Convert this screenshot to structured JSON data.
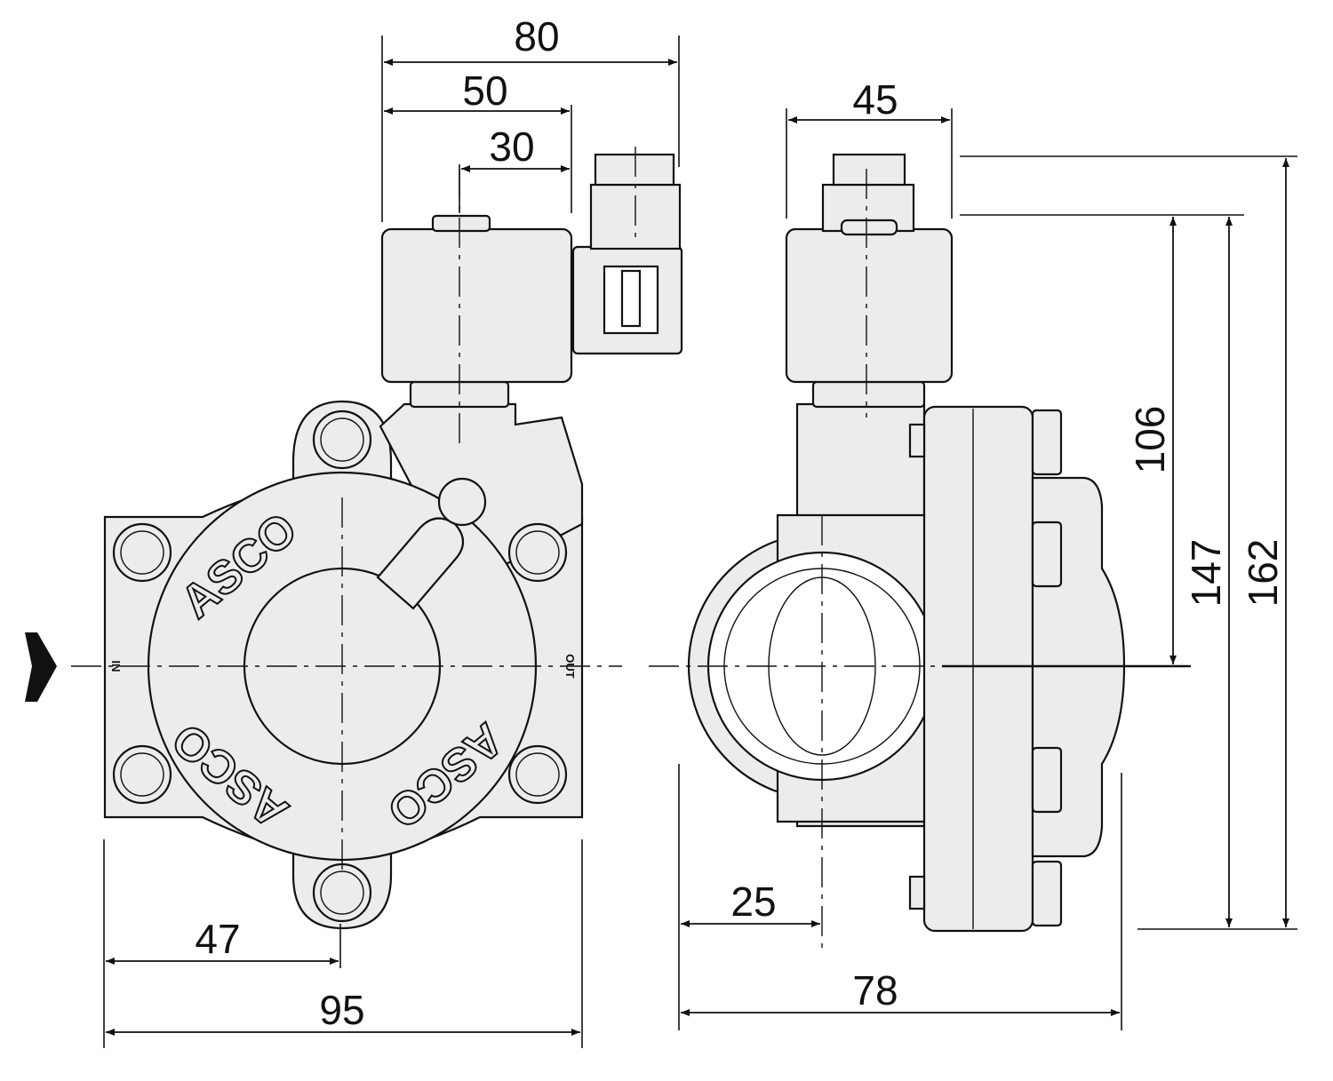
{
  "dimensions": {
    "coil_connector_width": "80",
    "coil_width": "50",
    "coil_offset": "30",
    "side_coil_width": "45",
    "inlet_to_center": "47",
    "body_width": "95",
    "outlet_to_center": "25",
    "body_depth": "78",
    "height_to_coil_top": "106",
    "height_to_cap": "147",
    "overall_height": "162"
  },
  "markings": {
    "brand": "ASCO",
    "inlet_label": "IN",
    "outlet_label": "OUT"
  },
  "colors": {
    "line": "#111111",
    "body_fill": "#ececec",
    "background": "#ffffff"
  },
  "flow_arrow_icon": "flow-direction-arrow-icon"
}
